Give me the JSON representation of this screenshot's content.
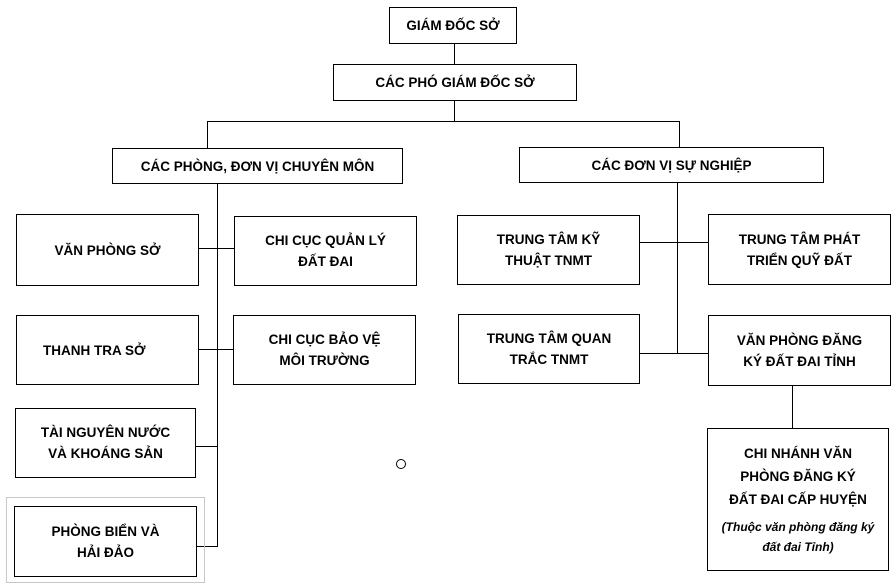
{
  "top": {
    "director": "GIÁM ĐỐC SỞ",
    "deputies": "CÁC PHÓ GIÁM ĐỐC SỞ"
  },
  "left": {
    "header": "CÁC PHÒNG, ĐƠN VỊ CHUYÊN MÔN",
    "van_phong": "VĂN PHÒNG SỞ",
    "chi_cuc_dat": [
      "CHI CỤC QUẢN LÝ",
      "ĐẤT ĐAI"
    ],
    "thanh_tra": "THANH TRA SỞ",
    "chi_cuc_mt": [
      "CHI CỤC BẢO VỆ",
      "MÔI TRƯỜNG"
    ],
    "tai_nguyen_nuoc": [
      "TÀI NGUYÊN NƯỚC",
      "VÀ KHOÁNG SẢN"
    ],
    "phong_bien": [
      "PHÒNG BIỂN VÀ",
      "HẢI ĐẢO"
    ]
  },
  "right": {
    "header": "CÁC ĐƠN VỊ SỰ NGHIỆP",
    "tt_ky_thuat": [
      "TRUNG TÂM KỸ",
      "THUẬT TNMT"
    ],
    "tt_phat_trien": [
      "TRUNG TÂM PHÁT",
      "TRIỂN QUỸ ĐẤT"
    ],
    "tt_quan_trac": [
      "TRUNG TÂM QUAN",
      "TRẮC TNMT"
    ],
    "vp_dang_ky": [
      "VĂN PHÒNG ĐĂNG",
      "KÝ ĐẤT ĐAI TỈNH"
    ],
    "chi_nhanh": [
      "CHI NHÁNH VĂN",
      "PHÒNG ĐĂNG KÝ",
      "ĐẤT ĐAI CẤP HUYỆN"
    ],
    "chi_nhanh_note": [
      "(Thuộc văn phòng đăng ký",
      "đất đai Tỉnh)"
    ]
  }
}
